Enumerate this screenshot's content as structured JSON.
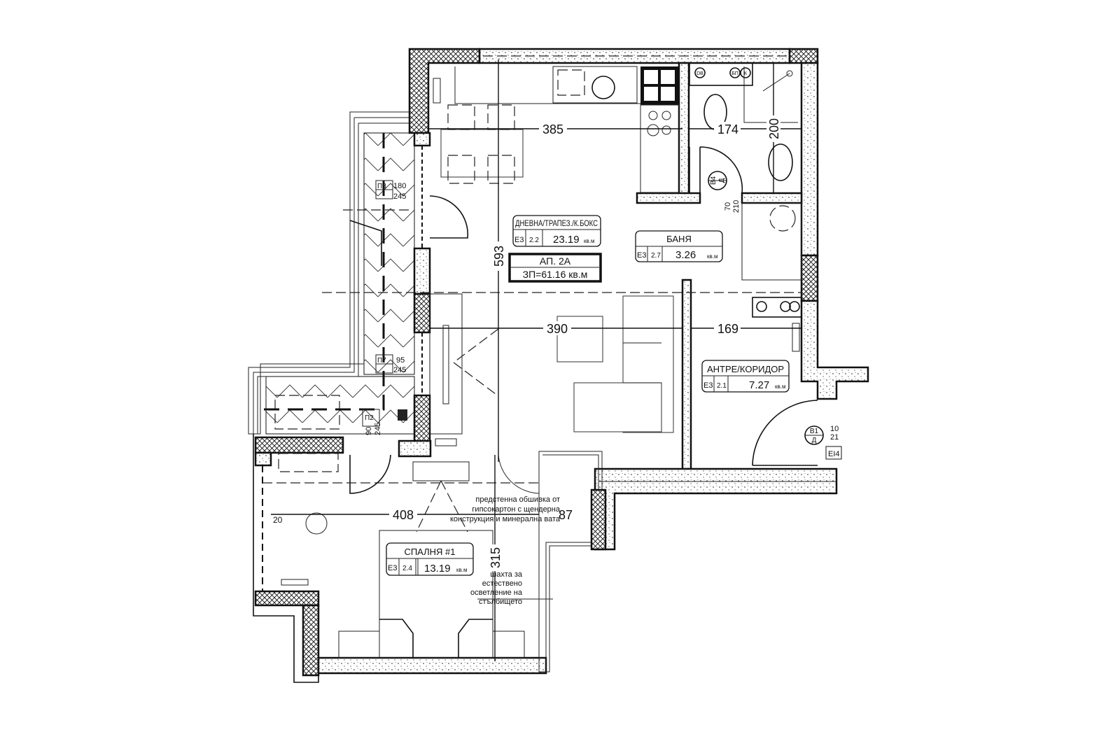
{
  "plan": {
    "apartment": {
      "name": "АП. 2А",
      "area": "ЗП=61.16 кв.м"
    },
    "rooms": [
      {
        "name": "ДНЕВНА/ТРАПЕЗ./К.БОКС",
        "code": "Е3",
        "num": "2.2",
        "area": "23.19",
        "unit": "кв.м"
      },
      {
        "name": "БАНЯ",
        "code": "Е3",
        "num": "2.7",
        "area": "3.26",
        "unit": "кв.м"
      },
      {
        "name": "АНТРЕ/КОРИДОР",
        "code": "Е3",
        "num": "2.1",
        "area": "7.27",
        "unit": "кв.м"
      },
      {
        "name": "СПАЛНЯ #1",
        "code": "Е3",
        "num": "2.4",
        "area": "13.19",
        "unit": "кв.м"
      }
    ],
    "dimensions": {
      "d385": "385",
      "d174": "174",
      "d200": "200",
      "d593": "593",
      "d390": "390",
      "d169": "169",
      "d408": "408",
      "d87": "87",
      "d315": "315",
      "d20": "20"
    },
    "openings": {
      "w1": {
        "tag": "П3",
        "width": "180",
        "height": "245"
      },
      "w2": {
        "tag": "П7",
        "width": "95",
        "height": "245"
      },
      "w3": {
        "tag": "П2",
        "width": "90",
        "height": "245"
      },
      "d_bath": {
        "tag_top": "В4",
        "tag_bottom": "Д",
        "width": "70",
        "height": "210"
      },
      "d_entry": {
        "tag_top": "В1",
        "tag_bottom": "Д",
        "width": "10",
        "height": "21",
        "class": "ЕI4"
      }
    },
    "fixtures": {
      "boiler_label": "DB",
      "b_label": "БП",
      "k_label": "К"
    },
    "notes": {
      "lining": [
        "предстенна обшивка от",
        "гипсокартон с щендерна",
        "конструкция и минерална вата"
      ],
      "shaft": [
        "шахта за",
        "естествено",
        "осветление на",
        "стълбището"
      ]
    }
  }
}
